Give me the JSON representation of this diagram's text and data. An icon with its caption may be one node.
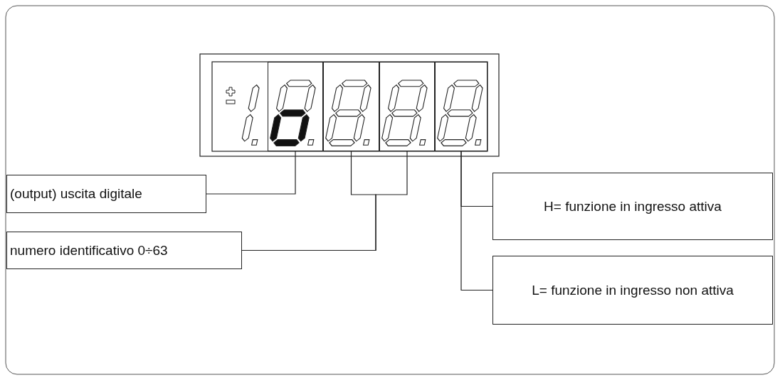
{
  "diagram": {
    "nodes": [
      {
        "text": [
          "(output) uscita digitale"
        ]
      },
      {
        "text": [],
        "shape": "box"
      },
      {
        "text": [
          "numero identificativo 0÷63"
        ]
      },
      {
        "text": [],
        "shape": "box"
      },
      {
        "text": [],
        "shape": "box"
      },
      {
        "text": [],
        "shape": "box"
      },
      {
        "text": [
          "H= funzione in ingresso attiva"
        ]
      },
      {
        "text": [
          "L= funzione in ingresso non attiva"
        ]
      }
    ],
    "edges": [
      {
        "from": 0,
        "to": 1,
        "arrow": "none"
      },
      {
        "from": 2,
        "to": 3,
        "arrow": "none"
      },
      {
        "from": 2,
        "to": 4,
        "arrow": "none"
      },
      {
        "from": 5,
        "to": 6,
        "arrow": "none"
      },
      {
        "from": 5,
        "to": 7,
        "arrow": "none"
      }
    ]
  }
}
